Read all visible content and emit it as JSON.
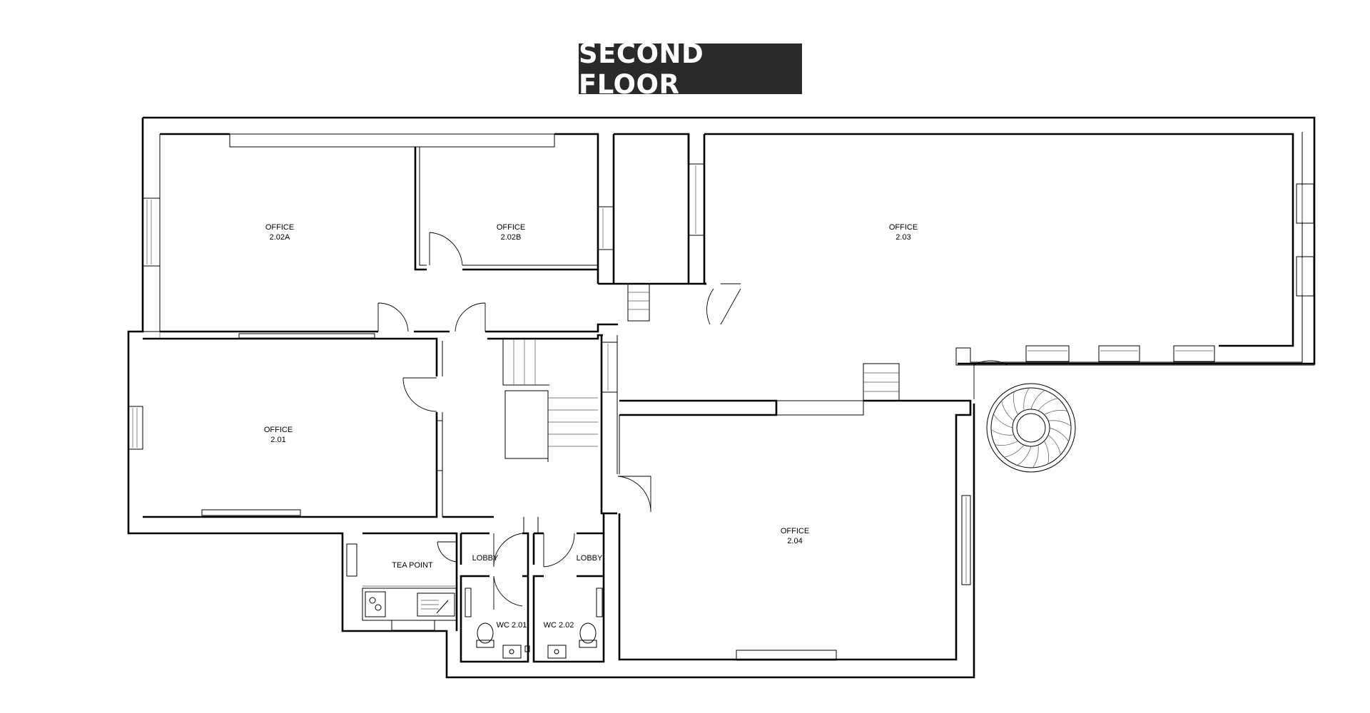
{
  "title": "SECOND FLOOR",
  "rooms": {
    "office_202a": {
      "name": "OFFICE",
      "number": "2.02A"
    },
    "office_202b": {
      "name": "OFFICE",
      "number": "2.02B"
    },
    "office_203": {
      "name": "OFFICE",
      "number": "2.03"
    },
    "office_201": {
      "name": "OFFICE",
      "number": "2.01"
    },
    "office_204": {
      "name": "OFFICE",
      "number": "2.04"
    },
    "tea_point": {
      "name": "TEA POINT"
    },
    "lobby_1": {
      "name": "LOBBY"
    },
    "lobby_2": {
      "name": "LOBBY"
    },
    "wc_201": {
      "name": "WC 2.01"
    },
    "wc_202": {
      "name": "WC 2.02"
    }
  },
  "colors": {
    "title_bg": "#2b2a2a",
    "title_text": "#ffffff",
    "line": "#000000",
    "background": "#ffffff"
  }
}
